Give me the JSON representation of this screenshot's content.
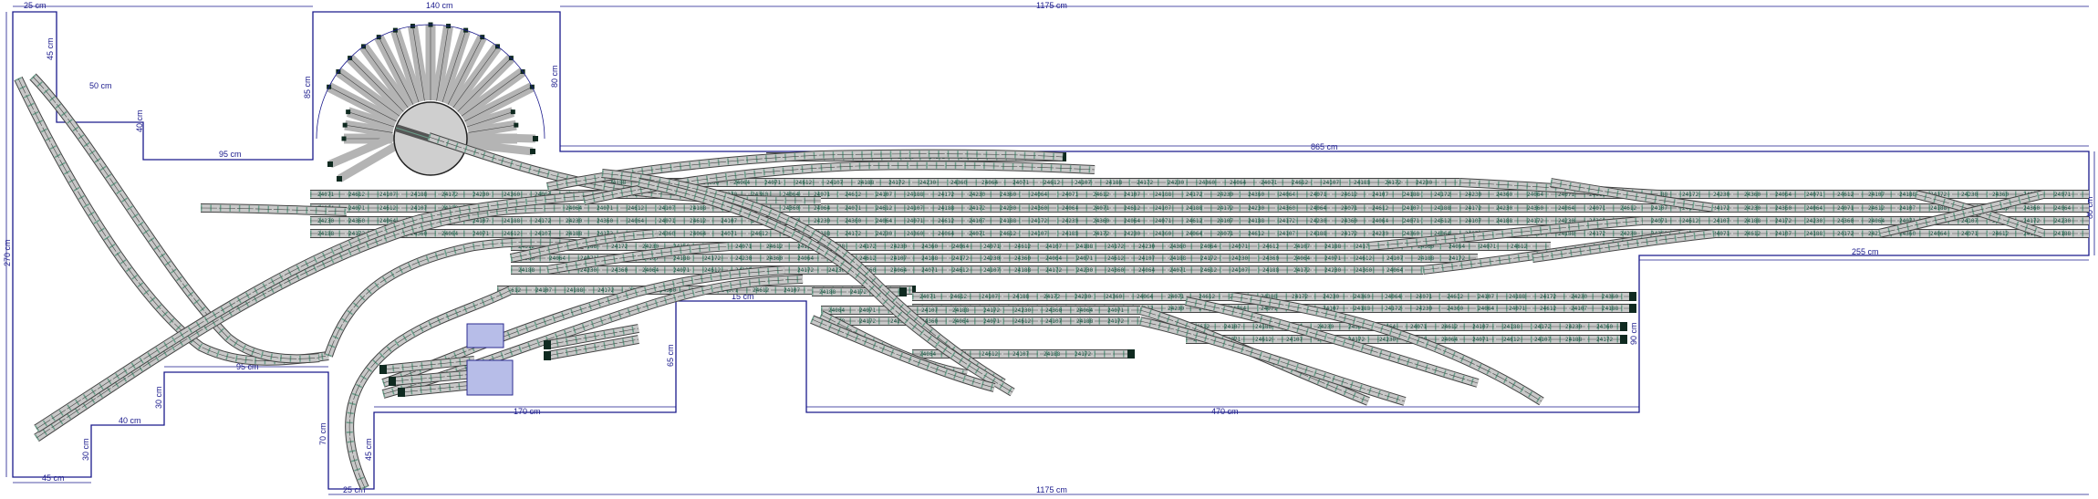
{
  "colors": {
    "dimension": "#1a1a8c",
    "rail": "#444444",
    "bed": "#c8c8c8",
    "sleeper": "#6a9e8a",
    "piece_label": "#1d5a47",
    "turntable_fan": "#b4b4b4",
    "buffer_stop": "#0f2a20",
    "room_fill": "#ffffff"
  },
  "dimensions": {
    "top_left": "25 cm",
    "top_middle": "140 cm",
    "top_right": "1175 cm",
    "notch_top_vertical": "45 cm",
    "notch_top_horizontal": "50 cm",
    "notch_mid_vertical": "40 cm",
    "notch_bottom_horizontal": "95 cm",
    "turntable_vertical": "85 cm",
    "right_top_vertical": "80 cm",
    "main_span": "865 cm",
    "left_height": "270 cm",
    "right_height": "80 cm",
    "right_lower": "255 cm",
    "left_lower_horizontal": "95 cm",
    "left_step_vertical": "30 cm",
    "left_step_horizontal": "40 cm",
    "left_bottom_vertical": "30 cm",
    "bottom_left": "45 cm",
    "column_vertical": "70 cm",
    "bottom_small": "25 cm",
    "bottom_right": "1175 cm",
    "inner_left_vertical": "45 cm",
    "inner_bottom_left": "170 cm",
    "inner_mid_vertical": "65 cm",
    "inner_top_small": "15 cm",
    "inner_bottom_right": "470 cm",
    "inner_right_vertical": "90 cm"
  },
  "track_labels": [
    "24188",
    "24172",
    "24230",
    "24360",
    "24064",
    "24071",
    "24612",
    "24107"
  ]
}
